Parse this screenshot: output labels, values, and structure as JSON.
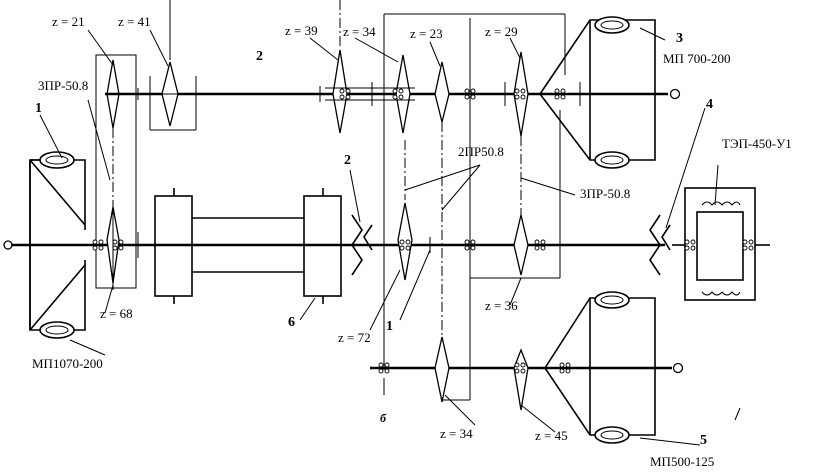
{
  "labels": {
    "z21": "z = 21",
    "z41": "z = 41",
    "z39": "z = 39",
    "z34_top": "z = 34",
    "z23": "z = 23",
    "z29": "z = 29",
    "z68": "z = 68",
    "z72": "z = 72",
    "z36": "z = 36",
    "z34_bottom": "z = 34",
    "z45": "z = 45",
    "chain_left": "3ПР-50.8",
    "chain_mid": "2ПР50.8",
    "chain_right": "3ПР-50.8",
    "motor_left": "МП1070-200",
    "motor_top": "МП 700-200",
    "motor_bottom": "МП500-125",
    "motor_electric": "ТЭП-450-У1",
    "num1_left": "1",
    "num2_left": "2",
    "num3": "3",
    "num4": "4",
    "num5": "5",
    "num6": "6",
    "num1_mid": "1",
    "shaft2": "2",
    "sub_b": "б"
  }
}
